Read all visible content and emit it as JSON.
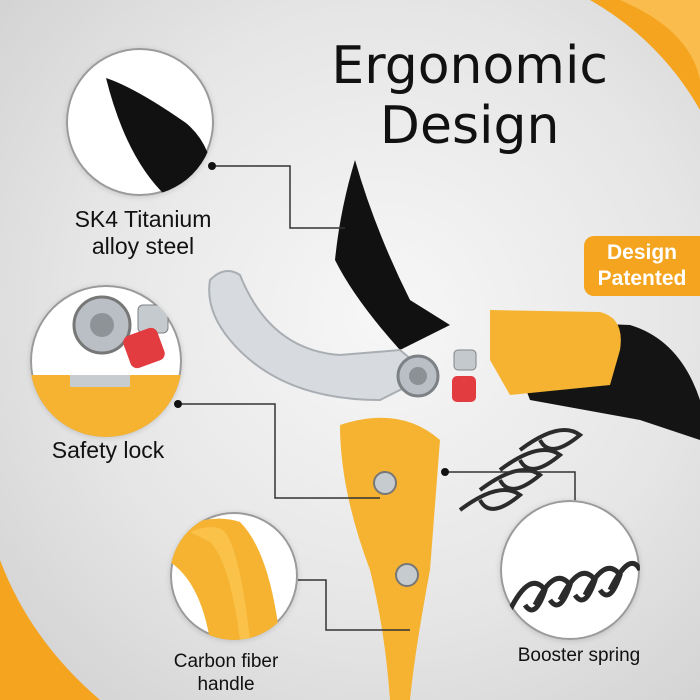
{
  "title": {
    "line1": "Ergonomic",
    "line2": "Design"
  },
  "badge": {
    "line1": "Design",
    "line2": "Patented"
  },
  "features": {
    "blade": {
      "line1": "SK4 Titanium",
      "line2": "alloy steel",
      "icon": "blade-icon"
    },
    "lock": {
      "label": "Safety lock",
      "icon": "lock-icon"
    },
    "handle": {
      "line1": "Carbon fiber",
      "line2": "handle",
      "icon": "handle-icon"
    },
    "spring": {
      "label": "Booster spring",
      "icon": "spring-icon"
    }
  },
  "colors": {
    "accent": "#f4a41f",
    "handle": "#f5b331",
    "black": "#111111",
    "steel": "#cfd4d8",
    "lock_red": "#e23b40"
  }
}
